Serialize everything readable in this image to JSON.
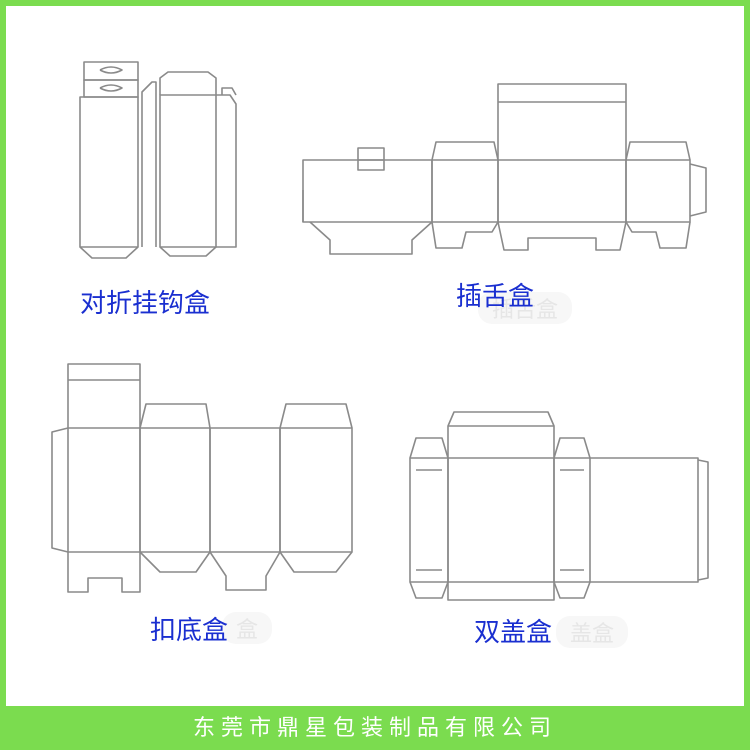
{
  "diagrams": [
    {
      "label": "对折挂钩盒"
    },
    {
      "label": "插舌盒",
      "watermark": "插舌盒"
    },
    {
      "label": "扣底盒",
      "watermark": "盒"
    },
    {
      "label": "双盖盒",
      "watermark": "盖盒"
    }
  ],
  "footer": {
    "company": "东莞市鼎星包装制品有限公司"
  },
  "colors": {
    "frame": "#7bdc4f",
    "caption": "#1a2fd0",
    "line": "#8a8a8a",
    "footer_text": "#ffffff"
  }
}
